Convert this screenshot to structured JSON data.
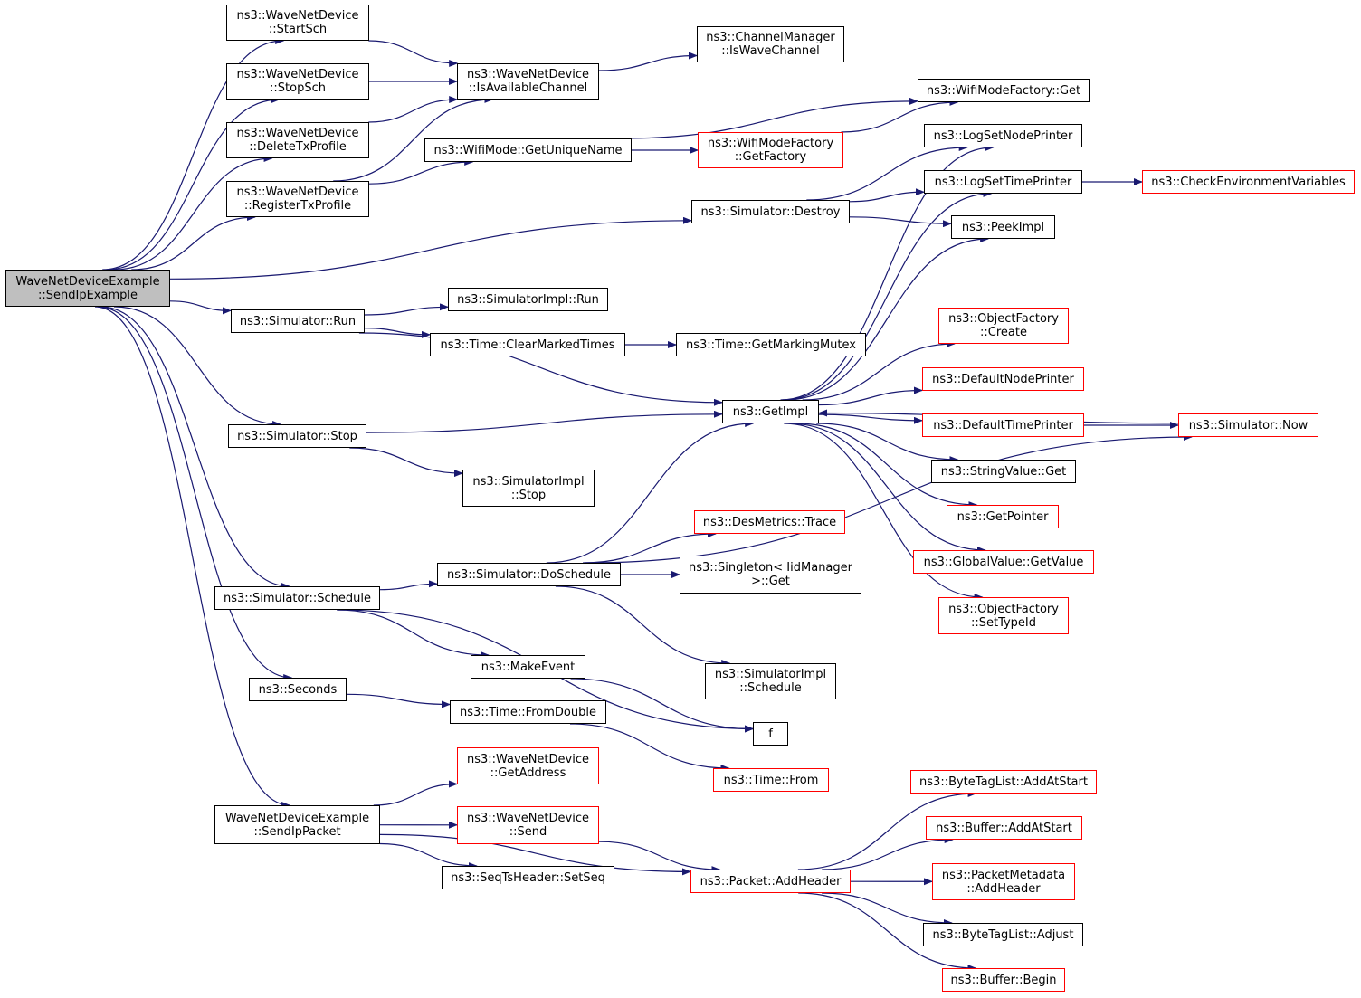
{
  "colors": {
    "edge": "#191970",
    "node_border": "#000000",
    "undocumented_border": "#ff0000",
    "root_fill": "#bfbfbf"
  },
  "nodes": [
    {
      "id": "root",
      "lines": [
        "WaveNetDeviceExample",
        "::SendIpExample"
      ],
      "style": "root"
    },
    {
      "id": "startsch",
      "lines": [
        "ns3::WaveNetDevice",
        "::StartSch"
      ],
      "style": "normal"
    },
    {
      "id": "stopsch",
      "lines": [
        "ns3::WaveNetDevice",
        "::StopSch"
      ],
      "style": "normal"
    },
    {
      "id": "deletetx",
      "lines": [
        "ns3::WaveNetDevice",
        "::DeleteTxProfile"
      ],
      "style": "normal"
    },
    {
      "id": "registertx",
      "lines": [
        "ns3::WaveNetDevice",
        "::RegisterTxProfile"
      ],
      "style": "normal"
    },
    {
      "id": "isavailable",
      "lines": [
        "ns3::WaveNetDevice",
        "::IsAvailableChannel"
      ],
      "style": "normal"
    },
    {
      "id": "iswavechannel",
      "lines": [
        "ns3::ChannelManager",
        "::IsWaveChannel"
      ],
      "style": "normal"
    },
    {
      "id": "wifimodefactoryget",
      "lines": [
        "ns3::WifiModeFactory::Get"
      ],
      "style": "normal"
    },
    {
      "id": "getuniquename",
      "lines": [
        "ns3::WifiMode::GetUniqueName"
      ],
      "style": "normal"
    },
    {
      "id": "getfactory",
      "lines": [
        "ns3::WifiModeFactory",
        "::GetFactory"
      ],
      "style": "red"
    },
    {
      "id": "logsetnodeprinter",
      "lines": [
        "ns3::LogSetNodePrinter"
      ],
      "style": "normal"
    },
    {
      "id": "logsettimeprinter",
      "lines": [
        "ns3::LogSetTimePrinter"
      ],
      "style": "normal"
    },
    {
      "id": "checkenv",
      "lines": [
        "ns3::CheckEnvironmentVariables"
      ],
      "style": "red"
    },
    {
      "id": "destroy",
      "lines": [
        "ns3::Simulator::Destroy"
      ],
      "style": "normal"
    },
    {
      "id": "peekimpl",
      "lines": [
        "ns3::PeekImpl"
      ],
      "style": "normal"
    },
    {
      "id": "simimplrun",
      "lines": [
        "ns3::SimulatorImpl::Run"
      ],
      "style": "normal"
    },
    {
      "id": "simrun",
      "lines": [
        "ns3::Simulator::Run"
      ],
      "style": "normal"
    },
    {
      "id": "clearmarked",
      "lines": [
        "ns3::Time::ClearMarkedTimes"
      ],
      "style": "normal"
    },
    {
      "id": "getmarkingmutex",
      "lines": [
        "ns3::Time::GetMarkingMutex"
      ],
      "style": "normal"
    },
    {
      "id": "objfactorycreate",
      "lines": [
        "ns3::ObjectFactory",
        "::Create"
      ],
      "style": "red"
    },
    {
      "id": "defaultnodeprinter",
      "lines": [
        "ns3::DefaultNodePrinter"
      ],
      "style": "red"
    },
    {
      "id": "getimpl",
      "lines": [
        "ns3::GetImpl"
      ],
      "style": "normal"
    },
    {
      "id": "defaulttimeprinter",
      "lines": [
        "ns3::DefaultTimePrinter"
      ],
      "style": "red"
    },
    {
      "id": "simnow",
      "lines": [
        "ns3::Simulator::Now"
      ],
      "style": "red"
    },
    {
      "id": "simstop",
      "lines": [
        "ns3::Simulator::Stop"
      ],
      "style": "normal"
    },
    {
      "id": "stringvalueget",
      "lines": [
        "ns3::StringValue::Get"
      ],
      "style": "normal"
    },
    {
      "id": "simimplstop",
      "lines": [
        "ns3::SimulatorImpl",
        "::Stop"
      ],
      "style": "normal"
    },
    {
      "id": "getpointer",
      "lines": [
        "ns3::GetPointer"
      ],
      "style": "red"
    },
    {
      "id": "destrace",
      "lines": [
        "ns3::DesMetrics::Trace"
      ],
      "style": "red"
    },
    {
      "id": "globalvalueget",
      "lines": [
        "ns3::GlobalValue::GetValue"
      ],
      "style": "red"
    },
    {
      "id": "doschedule",
      "lines": [
        "ns3::Simulator::DoSchedule"
      ],
      "style": "normal"
    },
    {
      "id": "singletonget",
      "lines": [
        "ns3::Singleton< IidManager",
        ">::Get"
      ],
      "style": "normal"
    },
    {
      "id": "schedule",
      "lines": [
        "ns3::Simulator::Schedule"
      ],
      "style": "normal"
    },
    {
      "id": "settypeid",
      "lines": [
        "ns3::ObjectFactory",
        "::SetTypeId"
      ],
      "style": "red"
    },
    {
      "id": "makeevent",
      "lines": [
        "ns3::MakeEvent"
      ],
      "style": "normal"
    },
    {
      "id": "simimplschedule",
      "lines": [
        "ns3::SimulatorImpl",
        "::Schedule"
      ],
      "style": "normal"
    },
    {
      "id": "seconds",
      "lines": [
        "ns3::Seconds"
      ],
      "style": "normal"
    },
    {
      "id": "fromdouble",
      "lines": [
        "ns3::Time::FromDouble"
      ],
      "style": "normal"
    },
    {
      "id": "f",
      "lines": [
        "f"
      ],
      "style": "normal"
    },
    {
      "id": "getaddress",
      "lines": [
        "ns3::WaveNetDevice",
        "::GetAddress"
      ],
      "style": "red"
    },
    {
      "id": "timefrom",
      "lines": [
        "ns3::Time::From"
      ],
      "style": "red"
    },
    {
      "id": "bytetagaddatstart",
      "lines": [
        "ns3::ByteTagList::AddAtStart"
      ],
      "style": "red"
    },
    {
      "id": "sendippacket",
      "lines": [
        "WaveNetDeviceExample",
        "::SendIpPacket"
      ],
      "style": "normal"
    },
    {
      "id": "wavesend",
      "lines": [
        "ns3::WaveNetDevice",
        "::Send"
      ],
      "style": "red"
    },
    {
      "id": "bufferaddatstart",
      "lines": [
        "ns3::Buffer::AddAtStart"
      ],
      "style": "red"
    },
    {
      "id": "setseq",
      "lines": [
        "ns3::SeqTsHeader::SetSeq"
      ],
      "style": "normal"
    },
    {
      "id": "addheader",
      "lines": [
        "ns3::Packet::AddHeader"
      ],
      "style": "red"
    },
    {
      "id": "pmaddheader",
      "lines": [
        "ns3::PacketMetadata",
        "::AddHeader"
      ],
      "style": "red"
    },
    {
      "id": "bytetagadjust",
      "lines": [
        "ns3::ByteTagList::Adjust"
      ],
      "style": "normal"
    },
    {
      "id": "bufferbegin",
      "lines": [
        "ns3::Buffer::Begin"
      ],
      "style": "red"
    }
  ],
  "edges": [
    [
      "root",
      "startsch"
    ],
    [
      "root",
      "stopsch"
    ],
    [
      "root",
      "deletetx"
    ],
    [
      "root",
      "registertx"
    ],
    [
      "root",
      "destroy"
    ],
    [
      "root",
      "simrun"
    ],
    [
      "root",
      "simstop"
    ],
    [
      "root",
      "schedule"
    ],
    [
      "root",
      "seconds"
    ],
    [
      "root",
      "sendippacket"
    ],
    [
      "startsch",
      "isavailable"
    ],
    [
      "stopsch",
      "isavailable"
    ],
    [
      "deletetx",
      "isavailable"
    ],
    [
      "registertx",
      "isavailable"
    ],
    [
      "registertx",
      "getuniquename"
    ],
    [
      "isavailable",
      "iswavechannel"
    ],
    [
      "getuniquename",
      "wifimodefactoryget"
    ],
    [
      "getuniquename",
      "getfactory"
    ],
    [
      "getfactory",
      "wifimodefactoryget"
    ],
    [
      "destroy",
      "logsetnodeprinter"
    ],
    [
      "destroy",
      "logsettimeprinter"
    ],
    [
      "destroy",
      "peekimpl"
    ],
    [
      "logsettimeprinter",
      "checkenv"
    ],
    [
      "simrun",
      "simimplrun"
    ],
    [
      "simrun",
      "clearmarked"
    ],
    [
      "simrun",
      "getimpl"
    ],
    [
      "clearmarked",
      "getmarkingmutex"
    ],
    [
      "simstop",
      "getimpl"
    ],
    [
      "simstop",
      "simimplstop"
    ],
    [
      "getimpl",
      "logsetnodeprinter"
    ],
    [
      "getimpl",
      "logsettimeprinter"
    ],
    [
      "getimpl",
      "peekimpl"
    ],
    [
      "getimpl",
      "objfactorycreate"
    ],
    [
      "getimpl",
      "defaultnodeprinter"
    ],
    [
      "getimpl",
      "defaulttimeprinter"
    ],
    [
      "getimpl",
      "stringvalueget"
    ],
    [
      "getimpl",
      "getpointer"
    ],
    [
      "getimpl",
      "globalvalueget"
    ],
    [
      "getimpl",
      "settypeid"
    ],
    [
      "defaulttimeprinter",
      "simnow"
    ],
    [
      "simnow",
      "getimpl"
    ],
    [
      "schedule",
      "doschedule"
    ],
    [
      "schedule",
      "makeevent"
    ],
    [
      "schedule",
      "f"
    ],
    [
      "doschedule",
      "getimpl"
    ],
    [
      "doschedule",
      "destrace"
    ],
    [
      "doschedule",
      "singletonget"
    ],
    [
      "doschedule",
      "simimplschedule"
    ],
    [
      "doschedule",
      "simnow"
    ],
    [
      "makeevent",
      "f"
    ],
    [
      "seconds",
      "fromdouble"
    ],
    [
      "fromdouble",
      "timefrom"
    ],
    [
      "sendippacket",
      "getaddress"
    ],
    [
      "sendippacket",
      "wavesend"
    ],
    [
      "sendippacket",
      "setseq"
    ],
    [
      "sendippacket",
      "addheader"
    ],
    [
      "wavesend",
      "addheader"
    ],
    [
      "addheader",
      "bytetagaddatstart"
    ],
    [
      "addheader",
      "bufferaddatstart"
    ],
    [
      "addheader",
      "pmaddheader"
    ],
    [
      "addheader",
      "bytetagadjust"
    ],
    [
      "addheader",
      "bufferbegin"
    ]
  ]
}
